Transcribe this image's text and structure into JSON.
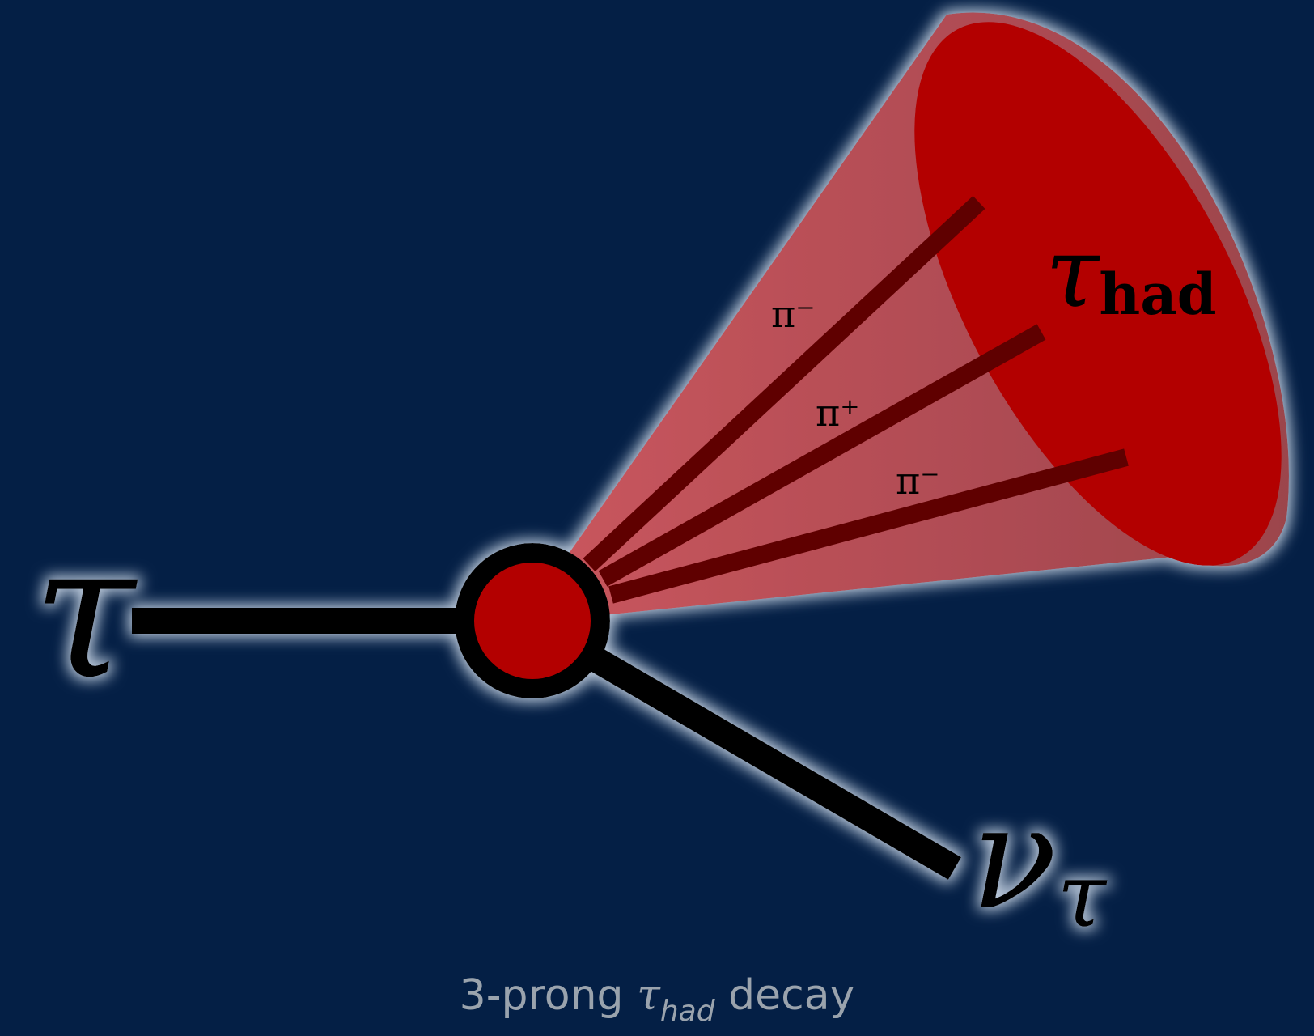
{
  "diagram": {
    "incoming_particle": "τ",
    "neutrino": {
      "symbol": "ν",
      "subscript": "τ"
    },
    "jet": {
      "symbol": "τ",
      "subscript": "had"
    },
    "pions": [
      "π⁻",
      "π⁺",
      "π⁻"
    ]
  },
  "caption": {
    "prefix": "3-prong ",
    "symbol": "τ",
    "subscript": "had",
    "suffix": " decay"
  },
  "colors": {
    "background": "#041f45",
    "glow": "#d8e4f2",
    "line": "#000000",
    "vertex_fill": "#b30000",
    "cone_fill": "#a14a50",
    "cone_cap": "#b30000",
    "pion_track": "#5e0000",
    "caption": "#9aa3ad"
  }
}
